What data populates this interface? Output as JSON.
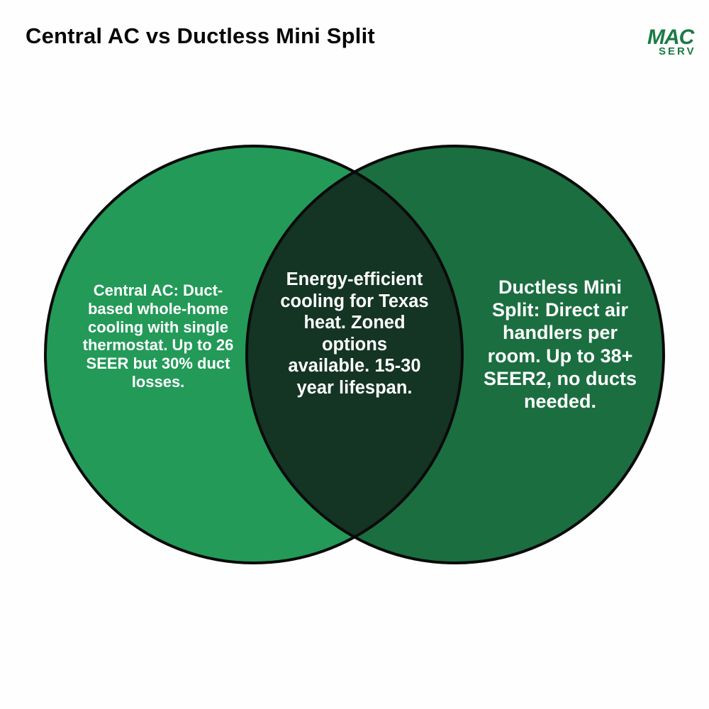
{
  "title": "Central AC vs Ductless Mini Split",
  "logo": {
    "main_text": "MAC",
    "sub_text": "SERV",
    "color": "#1a7a45"
  },
  "venn": {
    "left": {
      "text": "Central AC: Duct-based whole-home cooling with single thermostat. Up to 26 SEER but 30% duct losses.",
      "color": "#239a58"
    },
    "intersection": {
      "text": "Energy-efficient cooling for Texas heat. Zoned options available. 15-30 year lifespan.",
      "color": "#143424"
    },
    "right": {
      "text": "Ductless Mini Split: Direct air handlers per room. Up to 38+ SEER2, no ducts needed.",
      "color": "#1b6e40"
    },
    "outline_color": "#0a0a0a"
  }
}
